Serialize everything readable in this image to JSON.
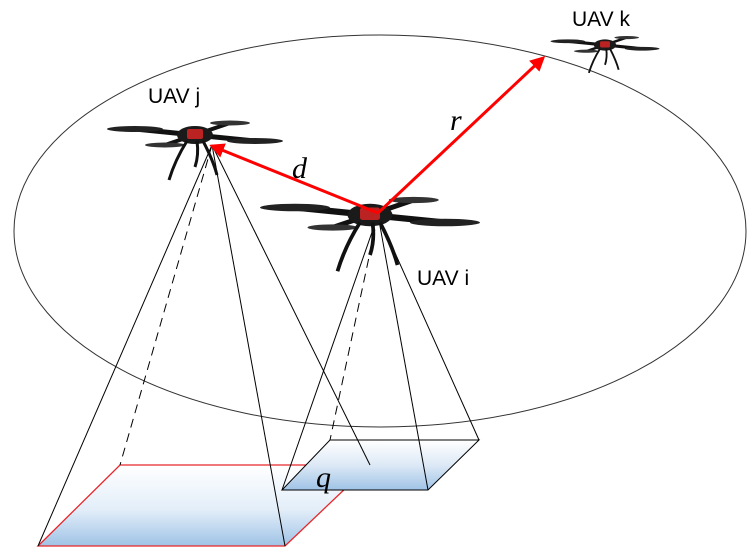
{
  "labels": {
    "uav_i": "UAV i",
    "uav_j": "UAV j",
    "uav_k": "UAV k",
    "range": "r",
    "distance": "d",
    "overlap": "q"
  },
  "colors": {
    "link": "#ff0000",
    "outline": "#000000",
    "footprint_fill": "#9fc3e6",
    "footprint_edge_j": "#e8262a"
  }
}
